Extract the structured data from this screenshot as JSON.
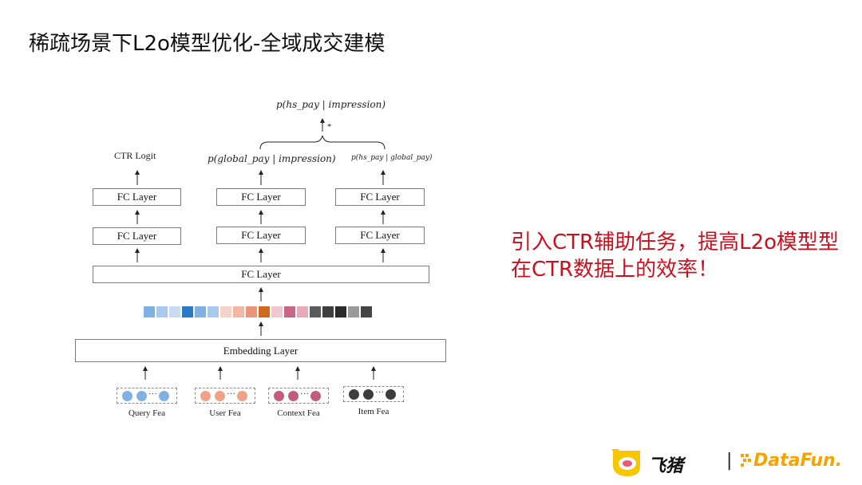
{
  "slide": {
    "title": "稀疏场景下L2o模型优化-全域成交建模",
    "callout": "引入CTR辅助任务，提高L2o模型型在CTR数据上的效率！"
  },
  "diagram": {
    "top_formula": "p(hs_pay | impression)",
    "star": "*",
    "task_labels": {
      "ctr": "CTR Logit",
      "global": "p(global_pay | impression)",
      "hs_given_global": "p(hs_pay | global_pay)"
    },
    "fc_label": "FC Layer",
    "embedding_label": "Embedding Layer",
    "ellipsis": "···",
    "features": [
      "Query Fea",
      "User Fea",
      "Context Fea",
      "Item Fea"
    ],
    "embedding_colors": [
      "#7fb1e3",
      "#a8c8ec",
      "#c9dcf2",
      "#2a7bc6",
      "#7fb1e3",
      "#a8c8ec",
      "#f6d3c8",
      "#f3b7a4",
      "#e9967a",
      "#d2691e",
      "#f1c8cf",
      "#c96685",
      "#e8aab9",
      "#5b5b5b",
      "#3f3f3f",
      "#2b2b2b",
      "#9a9a9a",
      "#444444"
    ],
    "feature_colors": [
      "#7fb1e3",
      "#f0a287",
      "#c35b7c",
      "#3d3d3d"
    ]
  },
  "footer": {
    "brand1": "飞猪",
    "brand2": "DataFun.",
    "separator": "|"
  }
}
